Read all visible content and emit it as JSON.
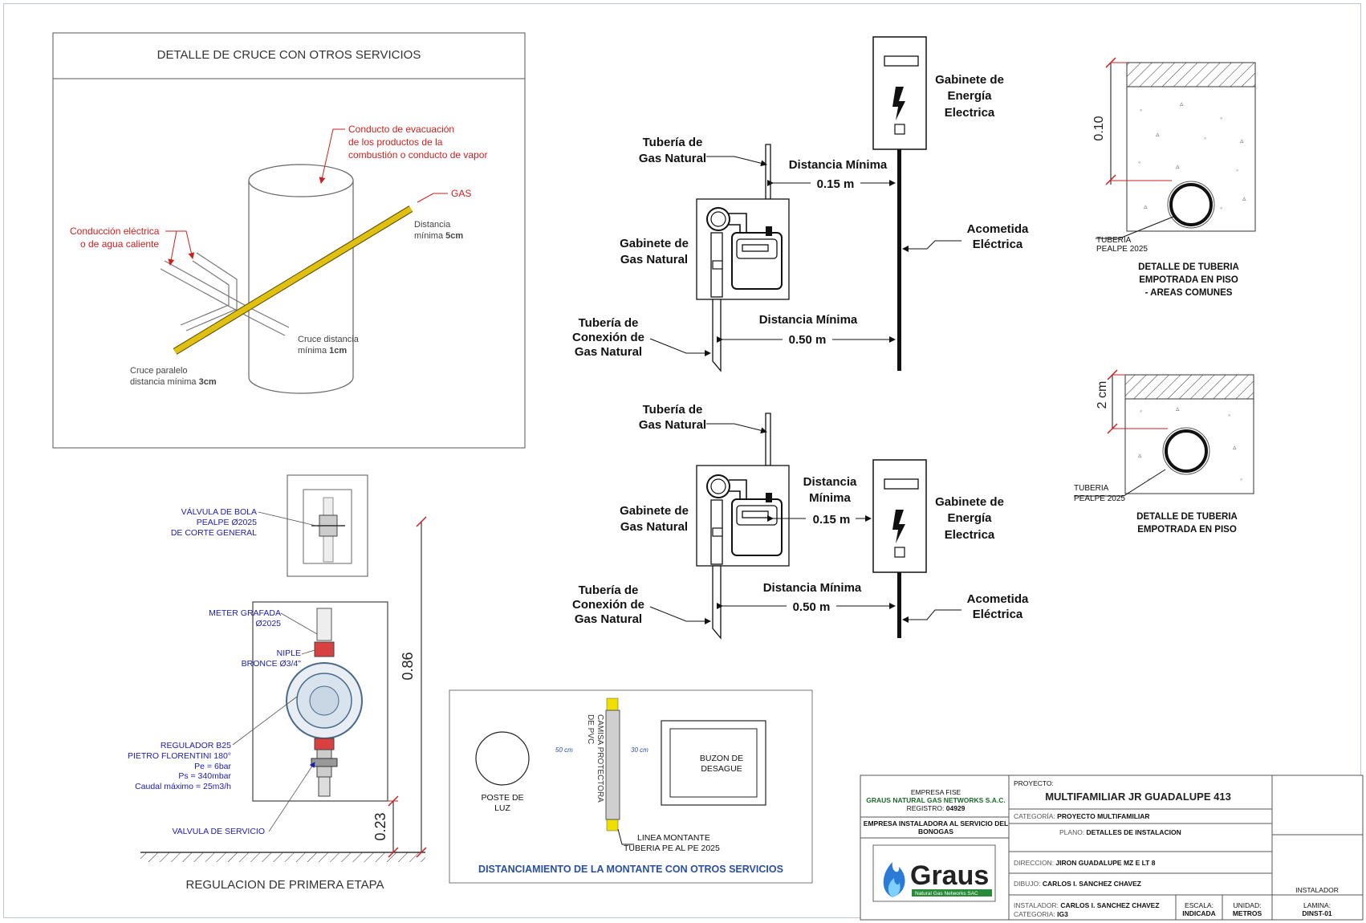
{
  "crossing": {
    "title": "DETALLE DE CRUCE CON OTROS SERVICIOS",
    "exhaust_1": "Conducto de evacuación",
    "exhaust_2": "de los productos de la",
    "exhaust_3": "combustión o conducto de vapor",
    "gas": "GAS",
    "min5_1": "Distancia",
    "min5_2": "mínima ",
    "min5_val": "5cm",
    "electric_1": "Conducción eléctrica",
    "electric_2": "o de agua caliente",
    "cross1_1": "Cruce distancia",
    "cross1_2": "mínima ",
    "cross1_val": "1cm",
    "parallel_1": "Cruce paralelo",
    "parallel_2": "distancia mínima ",
    "parallel_val": "3cm"
  },
  "cabinets": {
    "gas_pipe_1": "Tubería de",
    "gas_pipe_2": "Gas Natural",
    "gas_cab_1": "Gabinete de",
    "gas_cab_2": "Gas Natural",
    "conn_1": "Tubería de",
    "conn_2": "Conexión de",
    "conn_3": "Gas Natural",
    "elec_cab_1": "Gabinete de",
    "elec_cab_2": "Energía",
    "elec_cab_3": "Electrica",
    "acometida_1": "Acometida",
    "acometida_2": "Eléctrica",
    "dist_min": "Distancia Mínima",
    "dist_min_a": "Distancia",
    "dist_min_b": "Mínima",
    "d015": "0.15 m",
    "d050": "0.50 m"
  },
  "pipe_details": {
    "dim_010": "0.10",
    "dim_2cm": "2 cm",
    "tuberia": "TUBERIA",
    "pealpe": "PEALPE 2025",
    "detail1_1": "DETALLE DE TUBERIA",
    "detail1_2": "EMPOTRADA EN PISO",
    "detail1_3": "- AREAS COMUNES",
    "detail2_1": "DETALLE DE TUBERIA",
    "detail2_2": "EMPOTRADA EN PISO"
  },
  "regulation": {
    "valve_1": "VÁLVULA DE BOLA",
    "valve_2": "PEALPE Ø2025",
    "valve_3": "DE CORTE GENERAL",
    "meter_1": "METER GRAFADA",
    "meter_2": "Ø2025",
    "niple_1": "NIPLE",
    "niple_2": "BRONCE Ø3/4\"",
    "reg_1": "REGULADOR B25",
    "reg_2": "PIETRO FLORENTINI 180°",
    "reg_3": "Pe = 6bar",
    "reg_4": "Ps = 340mbar",
    "reg_5": "Caudal máximo = 25m3/h",
    "service_valve": "VALVULA DE SERVICIO",
    "dim_086": "0.86",
    "dim_023": "0.23",
    "title": "REGULACION DE PRIMERA ETAPA"
  },
  "riser": {
    "pole_1": "POSTE DE",
    "pole_2": "LUZ",
    "sleeve_1": "CAMISA PROTECTORA",
    "sleeve_2": "DE PVC",
    "d50": "50 cm",
    "d30": "30 cm",
    "drain_1": "BUZON DE",
    "drain_2": "DESAGUE",
    "riser_1": "LINEA MONTANTE",
    "riser_2": "TUBERIA PE AL PE 2025",
    "title": "DISTANCIAMIENTO DE LA MONTANTE CON OTROS SERVICIOS"
  },
  "title_block": {
    "fise_1": "EMPRESA FISE",
    "fise_2": "GRAUS NATURAL GAS NETWORKS S.A.C.",
    "registro": "REGISTRO: ",
    "registro_val": "04929",
    "inst_1": "EMPRESA INSTALADORA AL SERVICIO DEL",
    "inst_2": "BONOGAS",
    "logo": "Graus",
    "logo_sub": "Natural Gas Networks SAC",
    "proyecto_lbl": "PROYECTO:",
    "proyecto": "MULTIFAMILIAR JR GUADALUPE 413",
    "categoria_lbl": "CATEGORÍA: ",
    "categoria": "PROYECTO MULTIFAMILIAR",
    "plano_lbl": "PLANO: ",
    "plano": "DETALLES DE INSTALACION",
    "direccion_lbl": "DIRECCION: ",
    "direccion": "JIRON GUADALUPE MZ E LT 8",
    "dibujo_lbl": "DIBUJO: ",
    "dibujo": "CARLOS I. SANCHEZ CHAVEZ",
    "instalador_lbl": "INSTALADOR: ",
    "instalador": "CARLOS I. SANCHEZ CHAVEZ",
    "cat2_lbl": "CATEGORIA: ",
    "cat2": "IG3",
    "escala_lbl": "ESCALA:",
    "escala": "INDICADA",
    "unidad_lbl": "UNIDAD:",
    "unidad": "METROS",
    "instalador_hdr": "INSTALADOR",
    "lamina_lbl": "LAMINA:",
    "lamina": "DINST-01"
  },
  "colors": {
    "red_label": "#cc1f1f",
    "blue_label": "#1b1bb5",
    "gas_pipe": "#e0c010",
    "riser_title": "#2a4fa0"
  }
}
